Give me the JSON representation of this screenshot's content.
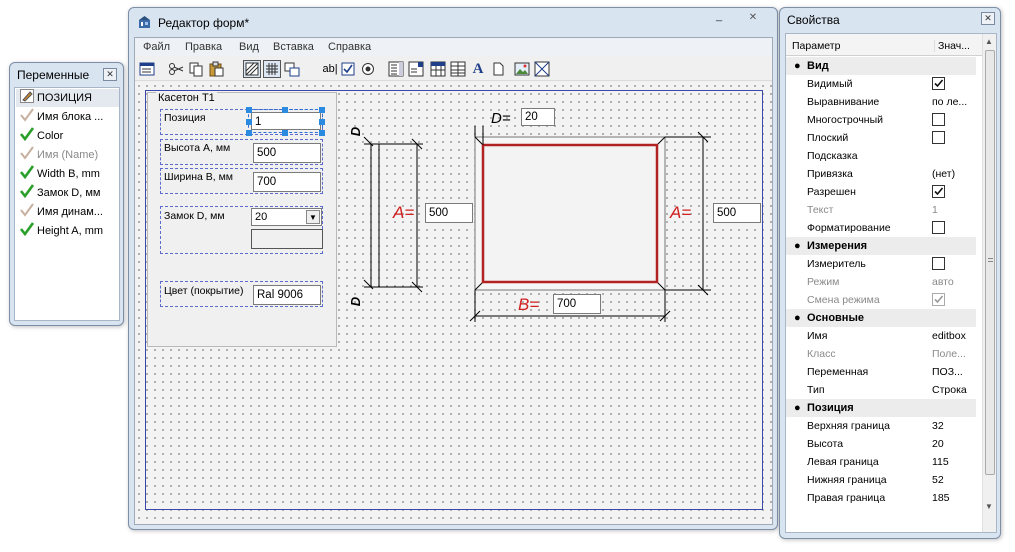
{
  "variables": {
    "title": "Переменные",
    "items": [
      {
        "label": "ПОЗИЦИЯ",
        "state": "selected",
        "check": "edit"
      },
      {
        "label": "Имя блока ...",
        "state": "normal",
        "check": "light"
      },
      {
        "label": "Color",
        "state": "normal",
        "check": "green"
      },
      {
        "label": "Имя (Name)",
        "state": "disabled",
        "check": "light"
      },
      {
        "label": "Width B, mm",
        "state": "normal",
        "check": "green"
      },
      {
        "label": "Замок D, мм",
        "state": "normal",
        "check": "green"
      },
      {
        "label": "Имя динам...",
        "state": "normal",
        "check": "light"
      },
      {
        "label": "Height A, mm",
        "state": "normal",
        "check": "green"
      }
    ]
  },
  "editor": {
    "title": "Редактор форм*",
    "menu": [
      "Файл",
      "Правка",
      "Вид",
      "Вставка",
      "Справка"
    ],
    "groupbox_title": "Касетон Т1",
    "fields": {
      "pos_label": "Позиция",
      "pos_value": "1",
      "height_label": "Высота А, мм",
      "height_value": "500",
      "width_label": "Ширина В, мм",
      "width_value": "700",
      "lock_label": "Замок D, мм",
      "lock_value": "20",
      "color_label": "Цвет (покрытие)",
      "color_value": "Ral 9006"
    },
    "drawing": {
      "d_top_label": "D=",
      "d_top_value": "20",
      "a_left_label": "A=",
      "a_left_value": "500",
      "a_right_label": "A=",
      "a_right_value": "500",
      "b_label": "B=",
      "b_value": "700",
      "d_side_top": "D",
      "d_side_bottom": "D"
    },
    "colors": {
      "accent_red": "#d12020",
      "frame": "#b22222"
    }
  },
  "properties": {
    "title": "Свойства",
    "col_param": "Параметр",
    "col_value": "Знач...",
    "groups": [
      {
        "name": "Вид",
        "rows": [
          {
            "name": "Видимый",
            "type": "check",
            "checked": true,
            "disabled": false
          },
          {
            "name": "Выравнивание",
            "type": "text",
            "value": "по ле...",
            "disabled": false
          },
          {
            "name": "Многострочный",
            "type": "check",
            "checked": false,
            "disabled": false
          },
          {
            "name": "Плоский",
            "type": "check",
            "checked": false,
            "disabled": false
          },
          {
            "name": "Подсказка",
            "type": "text",
            "value": "",
            "disabled": false
          },
          {
            "name": "Привязка",
            "type": "text",
            "value": "(нет)",
            "disabled": false
          },
          {
            "name": "Разрешен",
            "type": "check",
            "checked": true,
            "disabled": false
          },
          {
            "name": "Текст",
            "type": "text",
            "value": "1",
            "disabled": true
          },
          {
            "name": "Форматирование",
            "type": "check",
            "checked": false,
            "disabled": false
          }
        ]
      },
      {
        "name": "Измерения",
        "rows": [
          {
            "name": "Измеритель",
            "type": "check",
            "checked": false,
            "disabled": false
          },
          {
            "name": "Режим",
            "type": "text",
            "value": "авто",
            "disabled": true
          },
          {
            "name": "Смена режима",
            "type": "check",
            "checked": true,
            "disabled": true
          }
        ]
      },
      {
        "name": "Основные",
        "rows": [
          {
            "name": "Имя",
            "type": "text",
            "value": "editbox",
            "disabled": false
          },
          {
            "name": "Класс",
            "type": "text",
            "value": "Поле...",
            "disabled": true
          },
          {
            "name": "Переменная",
            "type": "text",
            "value": "ПОЗ...",
            "disabled": false
          },
          {
            "name": "Тип",
            "type": "text",
            "value": "Строка",
            "disabled": false
          }
        ]
      },
      {
        "name": "Позиция",
        "rows": [
          {
            "name": "Верхняя граница",
            "type": "text",
            "value": "32",
            "disabled": false
          },
          {
            "name": "Высота",
            "type": "text",
            "value": "20",
            "disabled": false
          },
          {
            "name": "Левая граница",
            "type": "text",
            "value": "115",
            "disabled": false
          },
          {
            "name": "Нижняя граница",
            "type": "text",
            "value": "52",
            "disabled": false
          },
          {
            "name": "Правая граница",
            "type": "text",
            "value": "185",
            "disabled": false
          }
        ]
      }
    ]
  }
}
